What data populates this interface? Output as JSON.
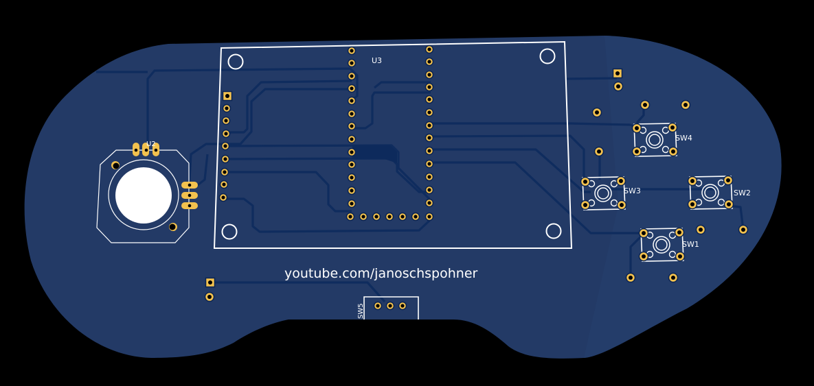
{
  "board": {
    "substrate_color": "#233a66",
    "trace_color": "#0f2c5e",
    "trace_edge_color": "#0a2352",
    "pad_color": "#f2c14e",
    "silkscreen_color": "#ffffff",
    "background_color": "#000000"
  },
  "silkscreen": {
    "url_text": "youtube.com/janoschspohner",
    "labels": {
      "u2": "U2",
      "u3": "U3",
      "sw1": "SW1",
      "sw2": "SW2",
      "sw3": "SW3",
      "sw4": "SW4",
      "sw5": "SW5"
    }
  },
  "components": [
    {
      "ref": "U2",
      "type": "joystick"
    },
    {
      "ref": "U3",
      "type": "microcontroller-module"
    },
    {
      "ref": "SW1",
      "type": "tactile-switch"
    },
    {
      "ref": "SW2",
      "type": "tactile-switch"
    },
    {
      "ref": "SW3",
      "type": "tactile-switch"
    },
    {
      "ref": "SW4",
      "type": "tactile-switch"
    },
    {
      "ref": "SW5",
      "type": "slide-switch"
    }
  ]
}
